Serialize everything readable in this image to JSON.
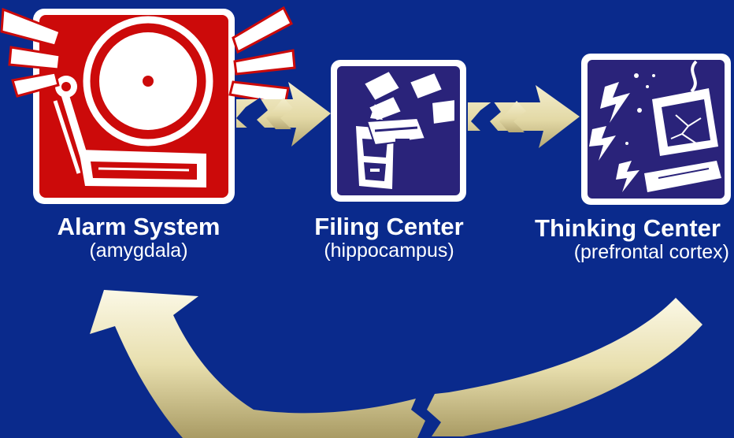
{
  "nodes": [
    {
      "title": "Alarm System",
      "subtitle": "(amygdala)",
      "icon": "alarm-bell-icon",
      "color": "#cc0a0a"
    },
    {
      "title": "Filing Center",
      "subtitle": "(hippocampus)",
      "icon": "file-cabinet-icon",
      "color": "#2a237a"
    },
    {
      "title": "Thinking Center",
      "subtitle": "(prefrontal cortex)",
      "icon": "broken-computer-icon",
      "color": "#2a237a"
    }
  ],
  "colors": {
    "background": "#0a2a8c",
    "arrow": "#e7dfb2",
    "arrow_shadow": "#b5a977"
  }
}
